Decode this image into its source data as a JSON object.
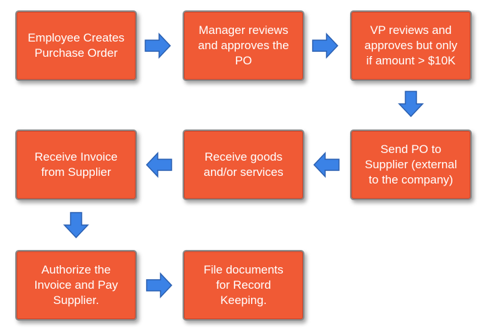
{
  "steps": [
    {
      "id": "create-po",
      "label": "Employee Creates\nPurchase Order"
    },
    {
      "id": "manager-review",
      "label": "Manager reviews\nand approves the\nPO"
    },
    {
      "id": "vp-review",
      "label": "VP reviews and\napproves but only\nif amount > $10K"
    },
    {
      "id": "send-po",
      "label": "Send PO to\nSupplier (external\nto the company)"
    },
    {
      "id": "receive-goods",
      "label": "Receive goods\nand/or services"
    },
    {
      "id": "receive-invoice",
      "label": "Receive Invoice\nfrom Supplier"
    },
    {
      "id": "authorize-invoice",
      "label": "Authorize the\nInvoice and Pay\nSupplier."
    },
    {
      "id": "file-documents",
      "label": "File documents\nfor Record\nKeeping."
    }
  ],
  "arrows": [
    {
      "from": "create-po",
      "to": "manager-review",
      "direction": "right",
      "icon": "arrow-right-icon"
    },
    {
      "from": "manager-review",
      "to": "vp-review",
      "direction": "right",
      "icon": "arrow-right-icon"
    },
    {
      "from": "vp-review",
      "to": "send-po",
      "direction": "down",
      "icon": "arrow-down-icon"
    },
    {
      "from": "send-po",
      "to": "receive-goods",
      "direction": "left",
      "icon": "arrow-left-icon"
    },
    {
      "from": "receive-goods",
      "to": "receive-invoice",
      "direction": "left",
      "icon": "arrow-left-icon"
    },
    {
      "from": "receive-invoice",
      "to": "authorize-invoice",
      "direction": "down",
      "icon": "arrow-down-icon"
    },
    {
      "from": "authorize-invoice",
      "to": "file-documents",
      "direction": "right",
      "icon": "arrow-right-icon"
    }
  ],
  "colors": {
    "box_fill": "#f05a35",
    "box_border": "#8a8a8a",
    "box_text": "#ffffff",
    "arrow_fill": "#3b82e6",
    "arrow_stroke": "#2a5fb0"
  }
}
